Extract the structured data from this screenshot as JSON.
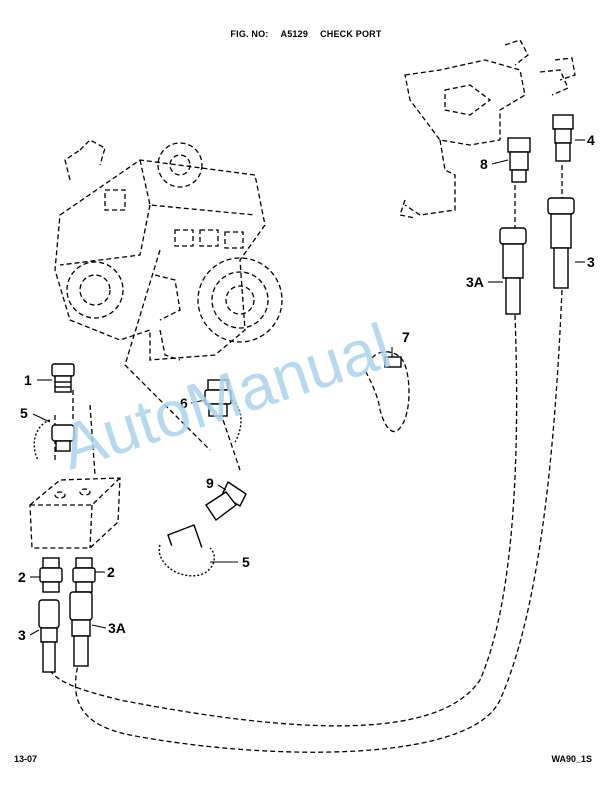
{
  "header": {
    "fig_label": "FIG. NO:",
    "fig_number": "A5129",
    "fig_title": "CHECK PORT"
  },
  "footer": {
    "left": "13-07",
    "right": "WA90_1S"
  },
  "watermark": {
    "text": "AutoManual",
    "color": "#a9d3ef"
  },
  "callouts": {
    "c1": "1",
    "c5a": "5",
    "c2a": "2",
    "c2b": "2",
    "c3a": "3",
    "c3Aa": "3A",
    "c6": "6",
    "c9": "9",
    "c5b": "5",
    "c7": "7",
    "c8": "8",
    "c4": "4",
    "c3b": "3",
    "c3Ab": "3A"
  }
}
